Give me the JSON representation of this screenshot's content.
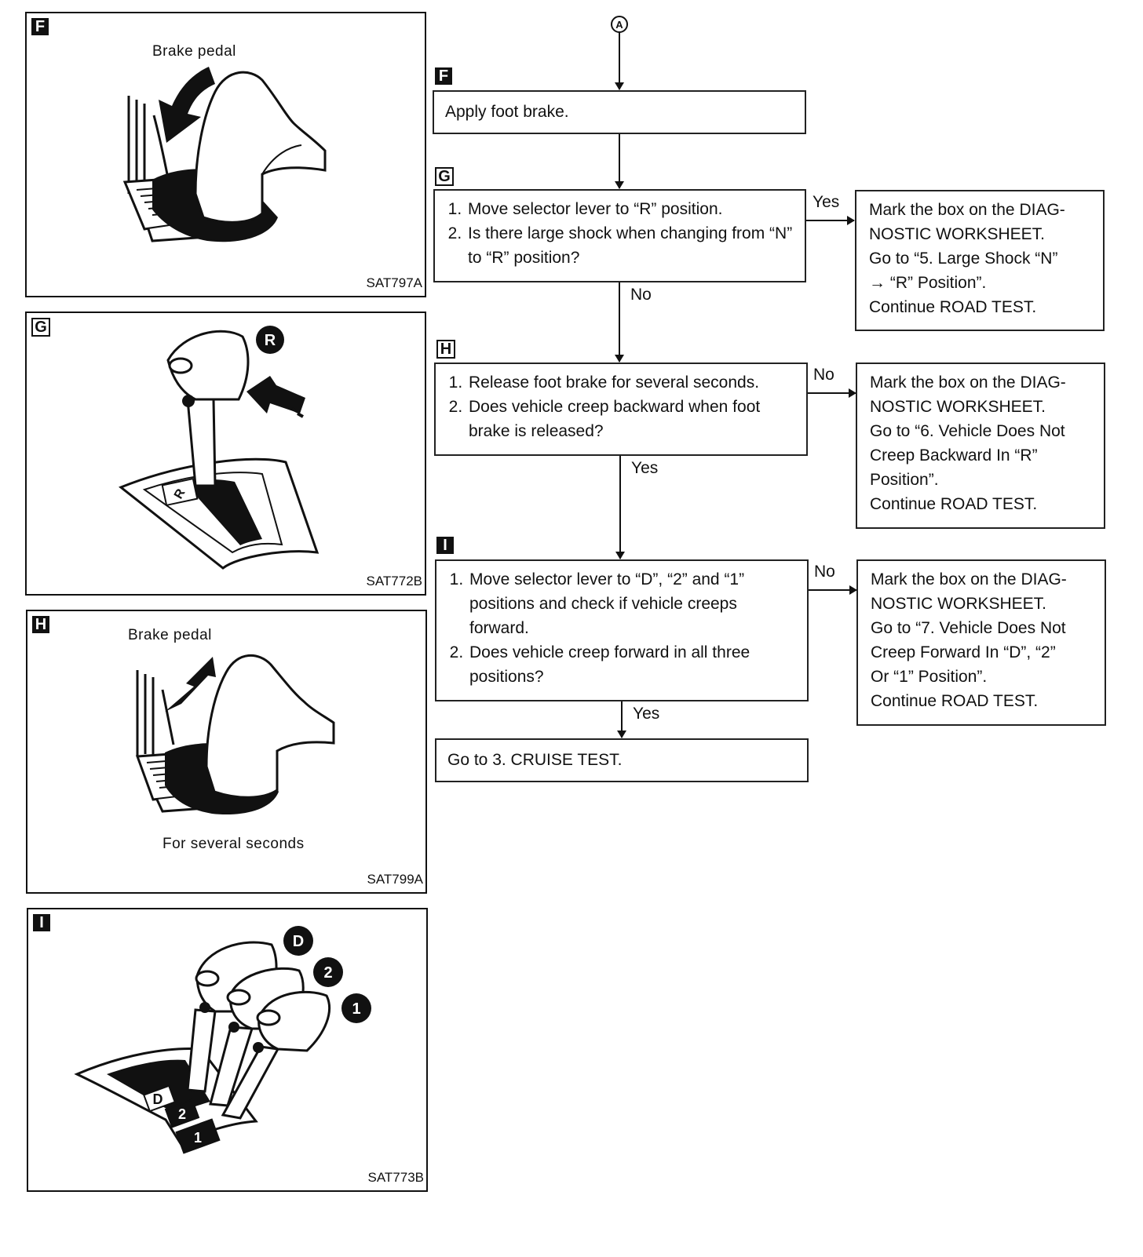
{
  "panels": [
    {
      "tag": "F",
      "caption": "Brake pedal",
      "code": "SAT797A"
    },
    {
      "tag": "G",
      "badge": "R",
      "gate_label": "R",
      "code": "SAT772B"
    },
    {
      "tag": "H",
      "caption": "Brake pedal",
      "caption2": "For several seconds",
      "code": "SAT799A"
    },
    {
      "tag": "I",
      "badges": [
        "D",
        "2",
        "1"
      ],
      "gate_labels": [
        "D",
        "2",
        "1"
      ],
      "code": "SAT773B"
    }
  ],
  "flow": {
    "connector": "A",
    "steps": [
      {
        "tag": "F",
        "lines": [
          "Apply foot brake."
        ]
      },
      {
        "tag": "G",
        "lines": [
          "Move selector lever to “R” position.",
          "Is there large shock when changing from “N” to “R” position?"
        ]
      },
      {
        "tag": "H",
        "lines": [
          "Release foot brake for several seconds.",
          "Does vehicle creep backward when foot brake is released?"
        ]
      },
      {
        "tag": "I",
        "lines": [
          "Move selector lever to “D”, “2” and “1” positions and check if vehicle creeps forward.",
          "Does vehicle creep forward in all three positions?"
        ]
      },
      {
        "tag": "",
        "lines": [
          "Go to 3. CRUISE TEST."
        ]
      }
    ],
    "labels": {
      "g_yes": "Yes",
      "g_no": "No",
      "h_no": "No",
      "h_yes": "Yes",
      "i_no": "No",
      "i_yes": "Yes"
    },
    "results": [
      [
        "Mark the box on the DIAG-",
        "NOSTIC WORKSHEET.",
        "Go to “5. Large Shock “N”",
        "→ “R” Position”.",
        "Continue ROAD TEST."
      ],
      [
        "Mark the box on the DIAG-",
        "NOSTIC WORKSHEET.",
        "Go to “6. Vehicle Does Not",
        "Creep Backward In “R”",
        "Position”.",
        "Continue ROAD TEST."
      ],
      [
        "Mark the box on the DIAG-",
        "NOSTIC WORKSHEET.",
        "Go to “7. Vehicle Does Not",
        "Creep Forward In “D”, “2”",
        "Or “1” Position”.",
        "Continue ROAD TEST."
      ]
    ]
  }
}
